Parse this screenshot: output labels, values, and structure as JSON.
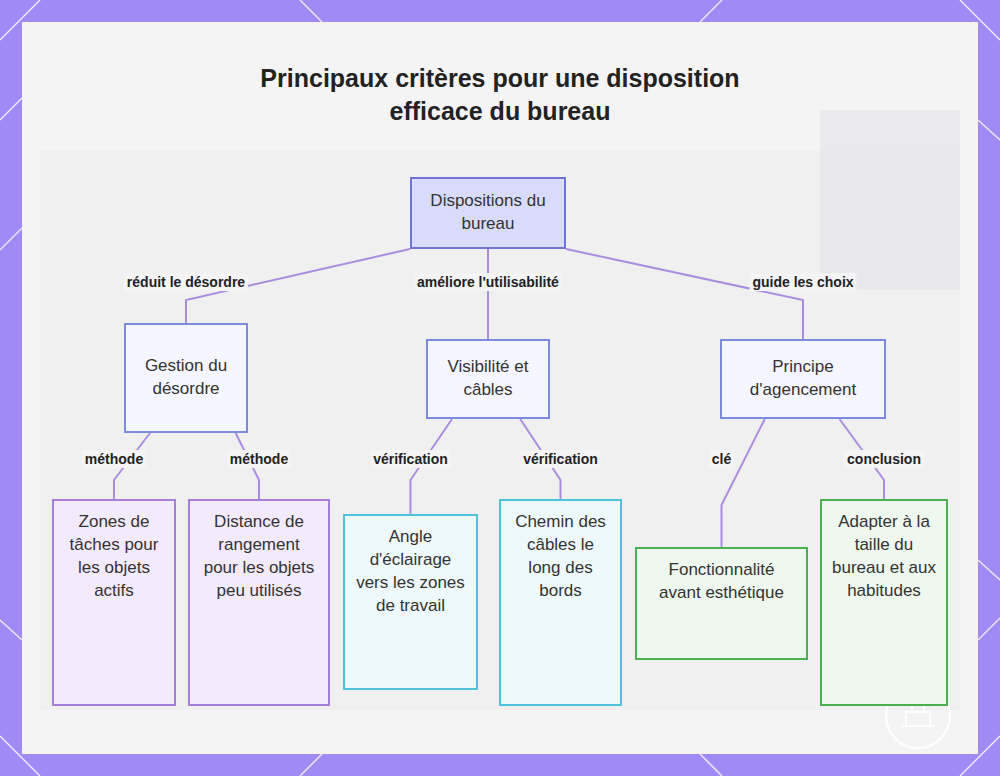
{
  "diagram": {
    "title": "Principaux critères pour une disposition efficace du bureau",
    "nodes": [
      {
        "text": [
          "Dispositions du bureau"
        ]
      },
      {
        "text": [
          "Gestion du désordre"
        ]
      },
      {
        "text": [
          "Visibilité et câbles"
        ]
      },
      {
        "text": [
          "Principe d'agencement"
        ]
      },
      {
        "text": [
          "Zones de tâches pour les objets actifs"
        ]
      },
      {
        "text": [
          "Distance de rangement pour les objets peu utilisés"
        ]
      },
      {
        "text": [
          "Angle d'éclairage vers les zones de travail"
        ]
      },
      {
        "text": [
          "Chemin des câbles le long des bords"
        ]
      },
      {
        "text": [
          "Fonctionnalité avant esthétique"
        ]
      },
      {
        "text": [
          "Adapter à la taille du bureau et aux habitudes"
        ]
      }
    ],
    "edges": [
      {
        "from": 0,
        "to": 1,
        "label": "réduit le désordre",
        "arrow": "none"
      },
      {
        "from": 0,
        "to": 2,
        "label": "améliore l'utilisabilité",
        "arrow": "none"
      },
      {
        "from": 0,
        "to": 3,
        "label": "guide les choix",
        "arrow": "none"
      },
      {
        "from": 1,
        "to": 4,
        "label": "méthode",
        "arrow": "none"
      },
      {
        "from": 1,
        "to": 5,
        "label": "méthode",
        "arrow": "none"
      },
      {
        "from": 2,
        "to": 6,
        "label": "vérification",
        "arrow": "none"
      },
      {
        "from": 2,
        "to": 7,
        "label": "vérification",
        "arrow": "none"
      },
      {
        "from": 3,
        "to": 8,
        "label": "clé",
        "arrow": "none"
      },
      {
        "from": 3,
        "to": 9,
        "label": "conclusion",
        "arrow": "none"
      }
    ]
  }
}
